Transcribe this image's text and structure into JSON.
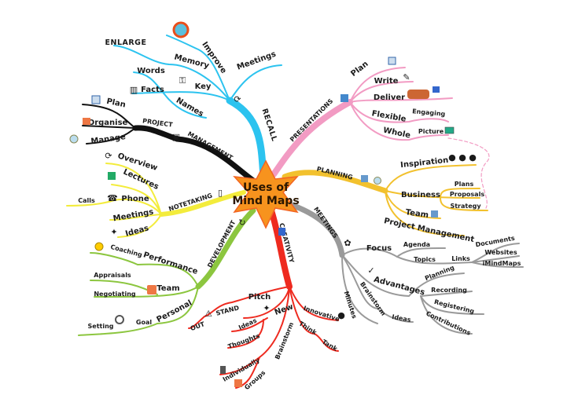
{
  "center": {
    "line1": "Uses of",
    "line2": "Mind Maps"
  },
  "colors": {
    "recall": "#2cc3ef",
    "project": "#111111",
    "notetaking": "#f3ec3c",
    "development": "#8cc63f",
    "creativity": "#ee2a1f",
    "meetings": "#9a9a9a",
    "presentations": "#f29bc3",
    "planning": "#f2c12e",
    "star": "#f7931e"
  },
  "recall": {
    "label": "RECALL",
    "meetings": "Meetings",
    "key": "Key",
    "facts": "Facts",
    "names": "Names",
    "words": "Words",
    "memory": "Memory",
    "enlarge": "ENLARGE",
    "improve": "Improve"
  },
  "project": {
    "label1": "PROJECT",
    "label2": "MANAGEMENT",
    "plan": "Plan",
    "organise": "Organise",
    "manage": "Manage"
  },
  "notetaking": {
    "label": "NOTETAKING",
    "overview": "Overview",
    "lectures": "Lectures",
    "phone": "Phone",
    "calls": "Calls",
    "meetings": "Meetings",
    "ideas": "Ideas"
  },
  "development": {
    "label": "DEVELOPMENT",
    "performance": "Performance",
    "coaching": "Coaching",
    "team": "Team",
    "appraisals": "Appraisals",
    "negotiating": "Negotiating",
    "personal": "Personal",
    "goal": "Goal",
    "setting": "Setting"
  },
  "creativity": {
    "label": "CREATIVITY",
    "pitch": "Pitch",
    "stand": "STAND",
    "out": "OUT",
    "new": "New",
    "ideas": "Ideas",
    "thoughts": "Thoughts",
    "brainstorm": "Brainstorm",
    "individually": "Individually",
    "groups": "Groups",
    "innovative": "Innovative",
    "think": "Think",
    "tank": "Tank"
  },
  "meetings": {
    "label": "MEETINGS",
    "focus": "Focus",
    "agenda": "Agenda",
    "topics": "Topics",
    "links": "Links",
    "documents": "Documents",
    "websites": "Websites",
    "imindmaps": "iMindMaps",
    "advantages": "Advantages",
    "planning": "Planning",
    "recording": "Recording",
    "registering": "Registering",
    "contributions": "Contributions",
    "brainstorm": "Brainstorm",
    "ideas": "Ideas",
    "minutes": "Minutes"
  },
  "presentations": {
    "label": "PRESENTATIONS",
    "plan": "Plan",
    "write": "Write",
    "deliver": "Deliver",
    "flexible": "Flexible",
    "engaging": "Engaging",
    "whole": "Whole",
    "picture": "Picture"
  },
  "planning": {
    "label": "PLANNING",
    "inspiration": "Inspiration",
    "business": "Business",
    "plans": "Plans",
    "proposals": "Proposals",
    "strategy": "Strategy",
    "team": "Team",
    "project_management": "Project Management"
  }
}
